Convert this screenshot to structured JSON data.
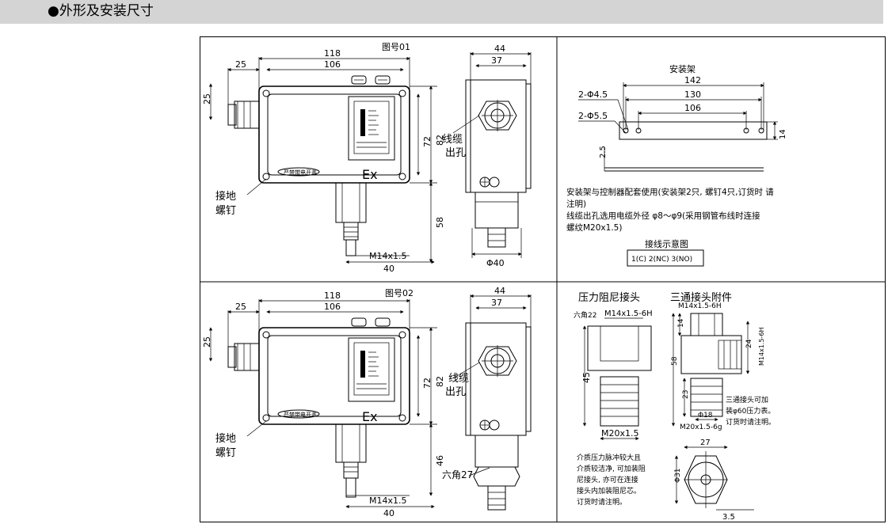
{
  "header": {
    "title": "●外形及安装尺寸"
  },
  "fig01": {
    "label": "图号01",
    "dims": {
      "d118": "118",
      "d106": "106",
      "d25w": "25",
      "d25h": "25",
      "d72": "72",
      "d82": "82",
      "d58": "58",
      "m14": "M14x1.5",
      "d40": "40"
    },
    "plate": "严禁带电开盖",
    "ex": "Ex",
    "ground": [
      "接地",
      "螺钉"
    ],
    "cable": [
      "线缆",
      "出孔"
    ],
    "side": {
      "d44": "44",
      "d37": "37",
      "phi40": "Φ40"
    }
  },
  "fig02": {
    "label": "图号02",
    "dims": {
      "d118": "118",
      "d106": "106",
      "d25w": "25",
      "d25h": "25",
      "d72": "72",
      "d82": "82",
      "d46": "46",
      "m14": "M14x1.5",
      "d40": "40"
    },
    "plate": "严禁带电开盖",
    "ex": "Ex",
    "ground": [
      "接地",
      "螺钉"
    ],
    "cable": [
      "线缆",
      "出孔"
    ],
    "side": {
      "d44": "44",
      "d37": "37",
      "hex": "六角27"
    }
  },
  "bracket": {
    "title": "安装架",
    "d142": "142",
    "d130": "130",
    "d106": "106",
    "hole1": "2-Φ4.5",
    "hole2": "2-Φ5.5",
    "d14": "14",
    "d25": "2.5",
    "notes": [
      "安装架与控制器配套使用(安装架2只, 螺钉4只,订货时 请",
      "注明)",
      "线缆出孔选用电缆外径 φ8～φ9(采用钢管布线时连接",
      "螺纹M20x1.5)"
    ],
    "wiring_title": "接线示意图",
    "wiring": "1(C)  2(NC)  3(NO)"
  },
  "damper": {
    "title": "压力阻尼接头",
    "hex": "六角22",
    "thread": "M14x1.5-6H",
    "d45": "45",
    "m20": "M20x1.5",
    "notes": [
      "介质压力脉冲较大且",
      "介质较洁净, 可加装阻",
      "尼接头, 亦可在连接",
      "接头内加装阻尼芯。",
      "订货时请注明。"
    ]
  },
  "tee": {
    "title": "三通接头附件",
    "thread_top": "M14x1.5-6H",
    "thread_side": "M14x1.5-6H",
    "d14": "14",
    "d24": "24",
    "d58": "58",
    "d23": "23",
    "d18": "Φ18",
    "m20": "M20x1.5-6g",
    "notes": [
      "三通接头可加",
      "装φ60压力表。",
      "订货时请注明。"
    ],
    "d27": "27",
    "d31": "Φ31",
    "d35": "3.5"
  }
}
